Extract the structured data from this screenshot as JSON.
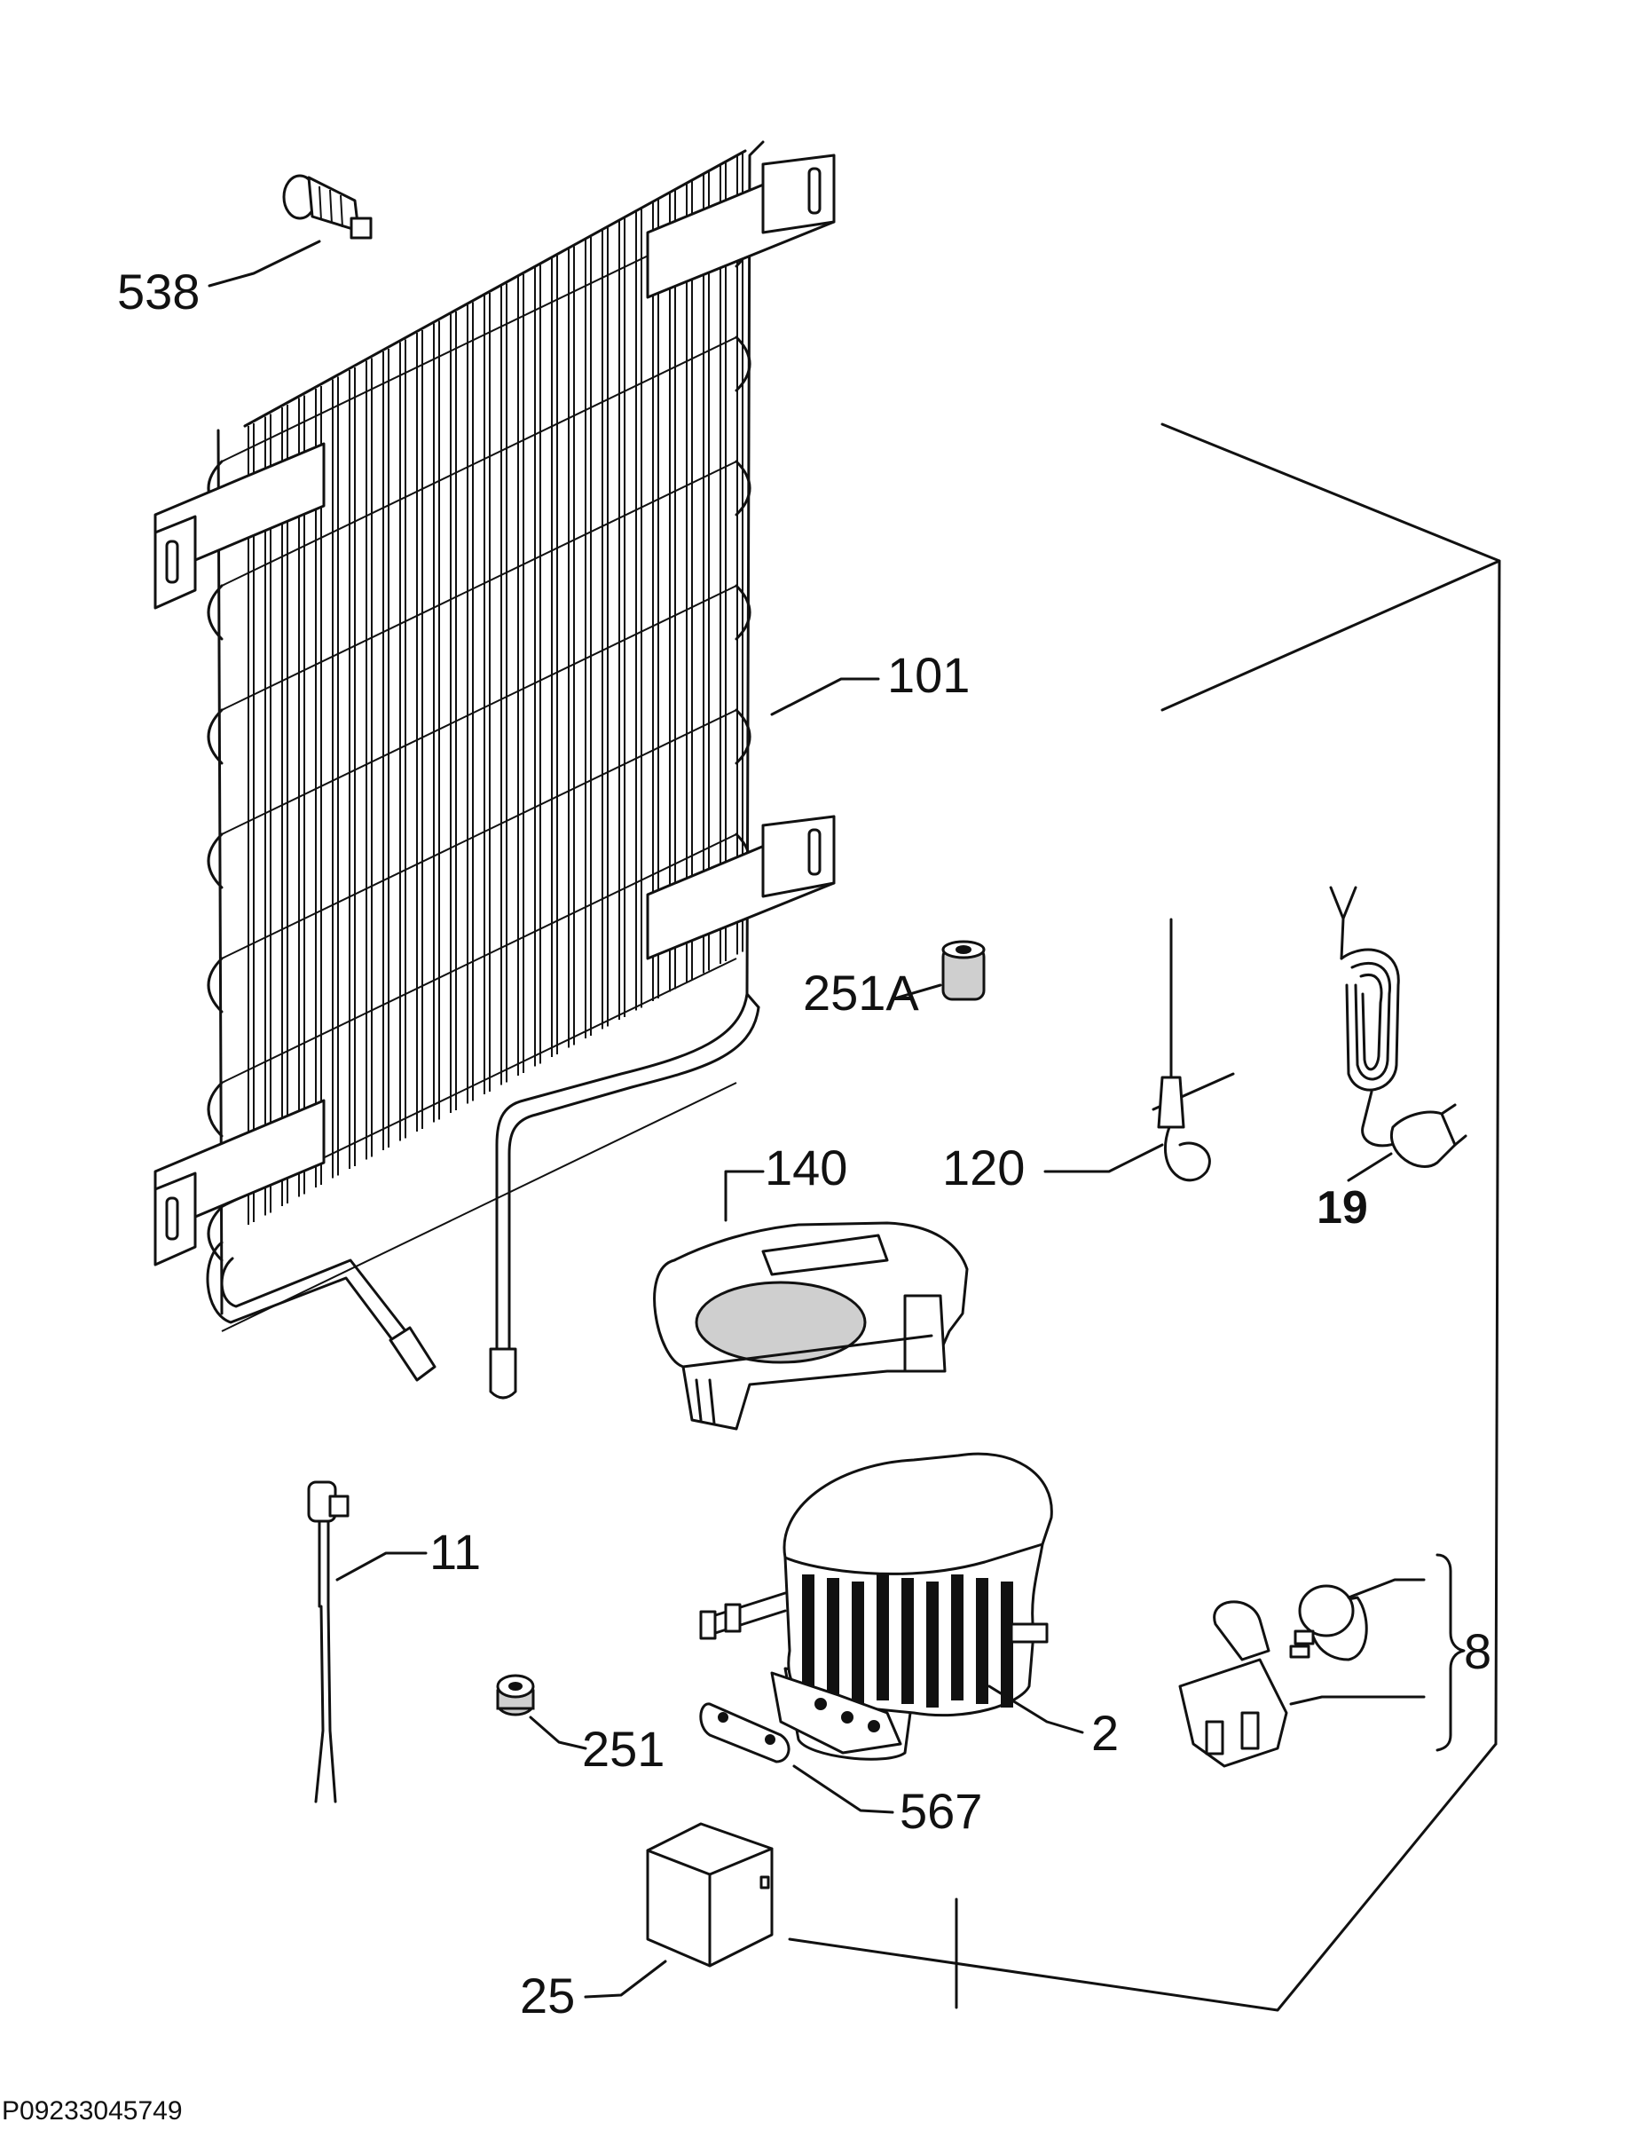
{
  "callouts": {
    "p538": "538",
    "p101": "101",
    "p251a": "251A",
    "p140": "140",
    "p120": "120",
    "p19": "19",
    "p11": "11",
    "p2": "2",
    "p8": "8",
    "p251": "251",
    "p567": "567",
    "p25": "25"
  },
  "reference_code": "P09233045749"
}
